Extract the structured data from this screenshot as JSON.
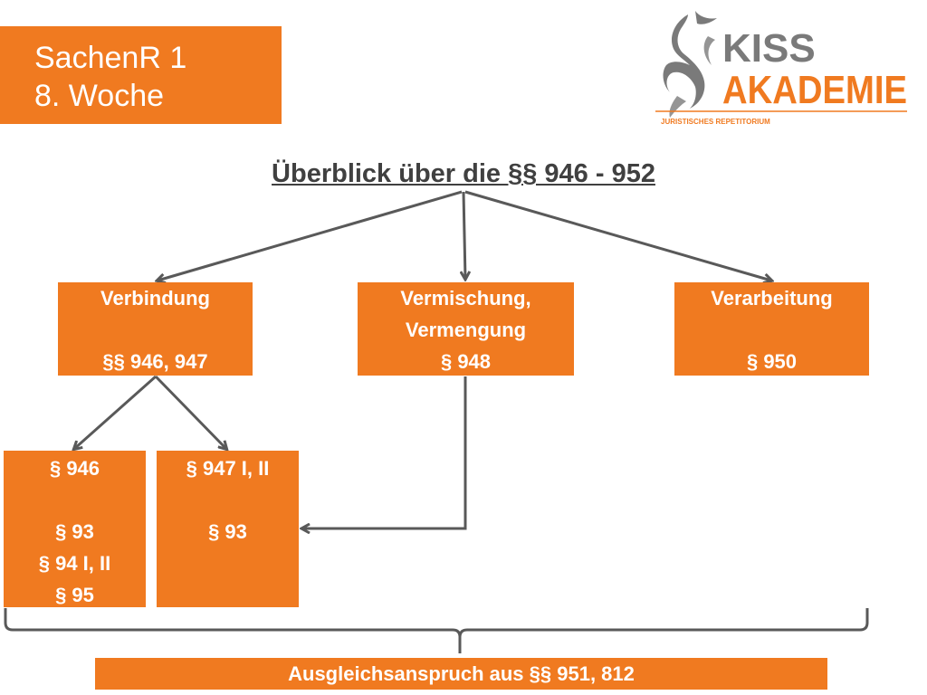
{
  "header": {
    "title_line1": "SachenR 1",
    "title_line2": "8. Woche"
  },
  "logo": {
    "word1": "KISS",
    "word2": "AKADEMIE",
    "tagline": "JURISTISCHES REPETITORIUM"
  },
  "diagram": {
    "heading": "Überblick über die §§ 946 - 952",
    "verbindung": {
      "line1": "Verbindung",
      "line2": "",
      "line3": "§§ 946, 947"
    },
    "vermischung": {
      "line1": "Vermischung,",
      "line2": "Vermengung",
      "line3": "§ 948"
    },
    "verarbeitung": {
      "line1": "Verarbeitung",
      "line2": "",
      "line3": "§ 950"
    },
    "p946": {
      "line1": "§ 946",
      "line2": "",
      "line3": "§ 93",
      "line4": "§ 94 I, II",
      "line5": "§ 95"
    },
    "p947": {
      "line1": "§ 947 I, II",
      "line2": "",
      "line3": "§ 93"
    },
    "bottom": "Ausgleichsanspruch aus §§ 951, 812"
  },
  "colors": {
    "accent_orange": "#f07a20",
    "arrow_gray": "#595959",
    "logo_gray": "#7a7a7a"
  }
}
